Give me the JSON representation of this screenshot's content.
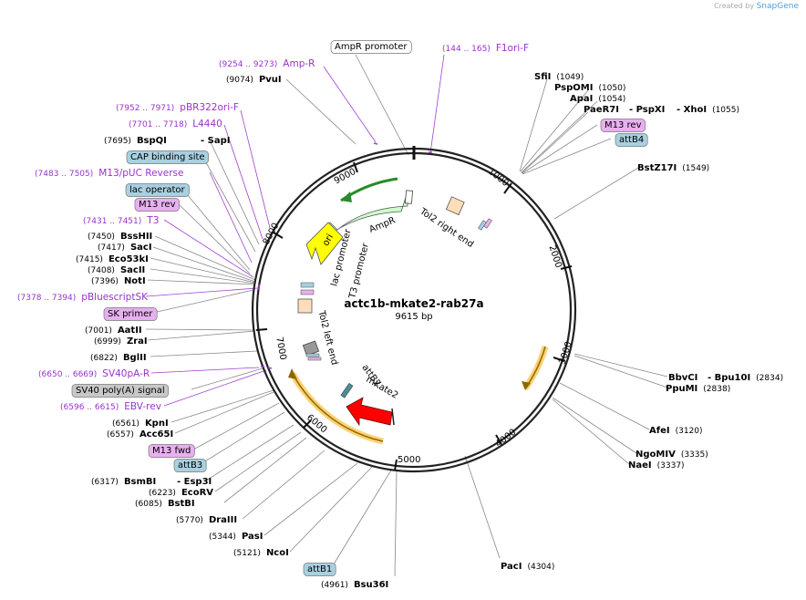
{
  "credit": {
    "prefix": "Created by",
    "brand": "SnapGene"
  },
  "plasmid": {
    "name": "actc1b-mkate2-rab27a",
    "length_label": "9615 bp",
    "length": 9615
  },
  "colors": {
    "primer": "#9933cc",
    "enzyme": "#000000",
    "backbone": "#222222",
    "ampr": "#ccffcc",
    "ori": "#ffff00",
    "mkate2": "#ff0000",
    "sv40": "#ffcc66",
    "tol2": "#ffddbb",
    "misc": "#6699cc"
  },
  "ticks": [
    "1000",
    "2000",
    "3000",
    "4000",
    "5000",
    "6000",
    "7000",
    "8000",
    "9000"
  ],
  "features": [
    {
      "label": "AmpR",
      "type": "cds",
      "color": "#ccffcc"
    },
    {
      "label": "AmpR promoter",
      "type": "promoter"
    },
    {
      "label": "ori",
      "type": "rep_origin",
      "color": "#ffff00"
    },
    {
      "label": "lac promoter",
      "type": "promoter"
    },
    {
      "label": "T3 promoter",
      "type": "promoter"
    },
    {
      "label": "Tol2 right end",
      "type": "misc"
    },
    {
      "label": "Tol2 left end",
      "type": "misc"
    },
    {
      "label": "attB2",
      "type": "misc"
    },
    {
      "label": "mKate2",
      "type": "cds",
      "color": "#ff0000"
    }
  ],
  "labels": [
    {
      "id": "ampr-promoter",
      "name": "AmpR promoter",
      "pos": "",
      "kind": "boxed",
      "box": "#ffffff"
    },
    {
      "id": "f1ori-f",
      "name": "F1ori-F",
      "pos": "(144 .. 165)",
      "kind": "primer"
    },
    {
      "id": "amp-r",
      "name": "Amp-R",
      "pos": "(9254 .. 9273)",
      "kind": "primer"
    },
    {
      "id": "pvui",
      "name": "PvuI",
      "pos": "(9074)",
      "kind": "enzyme"
    },
    {
      "id": "sfii",
      "name": "SfiI",
      "pos": "(1049)",
      "kind": "enzyme"
    },
    {
      "id": "pspomi",
      "name": "PspOMI",
      "pos": "(1050)",
      "kind": "enzyme"
    },
    {
      "id": "apai",
      "name": "ApaI",
      "pos": "(1054)",
      "kind": "enzyme"
    },
    {
      "id": "paer7i",
      "name": "PaeR7I",
      "pos": "",
      "kind": "enzyme"
    },
    {
      "id": "pspxi",
      "name": "- PspXI",
      "pos": "",
      "kind": "enzyme"
    },
    {
      "id": "xhoi",
      "name": "- XhoI",
      "pos": "(1055)",
      "kind": "enzyme"
    },
    {
      "id": "m13rev-right",
      "name": "M13 rev",
      "pos": "",
      "kind": "boxed",
      "box": "#e8b0f0"
    },
    {
      "id": "attb4",
      "name": "attB4",
      "pos": "",
      "kind": "boxed",
      "box": "#a8d0e0"
    },
    {
      "id": "pbr322ori-f",
      "name": "pBR322ori-F",
      "pos": "(7952 .. 7971)",
      "kind": "primer"
    },
    {
      "id": "l4440",
      "name": "L4440",
      "pos": "(7701 .. 7718)",
      "kind": "primer"
    },
    {
      "id": "bspqi",
      "name": "BspQI",
      "pos": "(7695)",
      "kind": "enzyme"
    },
    {
      "id": "sapi",
      "name": "- SapI",
      "pos": "",
      "kind": "enzyme"
    },
    {
      "id": "cap",
      "name": "CAP binding site",
      "pos": "",
      "kind": "boxed",
      "box": "#a8d0e0"
    },
    {
      "id": "bstz17i",
      "name": "BstZ17I",
      "pos": "(1549)",
      "kind": "enzyme"
    },
    {
      "id": "m13puc",
      "name": "M13/pUC Reverse",
      "pos": "(7483 .. 7505)",
      "kind": "primer"
    },
    {
      "id": "lacop",
      "name": "lac operator",
      "pos": "",
      "kind": "boxed",
      "box": "#a8d0e0"
    },
    {
      "id": "m13rev-left",
      "name": "M13 rev",
      "pos": "",
      "kind": "boxed",
      "box": "#e8b0f0"
    },
    {
      "id": "t3",
      "name": "T3",
      "pos": "(7431 .. 7451)",
      "kind": "primer"
    },
    {
      "id": "bsshii",
      "name": "BssHII",
      "pos": "(7450)",
      "kind": "enzyme"
    },
    {
      "id": "saci",
      "name": "SacI",
      "pos": "(7417)",
      "kind": "enzyme"
    },
    {
      "id": "eco53ki",
      "name": "Eco53kI",
      "pos": "(7415)",
      "kind": "enzyme"
    },
    {
      "id": "sacii",
      "name": "SacII",
      "pos": "(7408)",
      "kind": "enzyme"
    },
    {
      "id": "noti",
      "name": "NotI",
      "pos": "(7396)",
      "kind": "enzyme"
    },
    {
      "id": "pbluescriptsk",
      "name": "pBluescriptSK",
      "pos": "(7378 .. 7394)",
      "kind": "primer"
    },
    {
      "id": "skprimer",
      "name": "SK primer",
      "pos": "",
      "kind": "boxed",
      "box": "#e8b0f0"
    },
    {
      "id": "aatii",
      "name": "AatII",
      "pos": "(7001)",
      "kind": "enzyme"
    },
    {
      "id": "zrai",
      "name": "ZraI",
      "pos": "(6999)",
      "kind": "enzyme"
    },
    {
      "id": "bglii",
      "name": "BglII",
      "pos": "(6822)",
      "kind": "enzyme"
    },
    {
      "id": "sv40pa-r",
      "name": "SV40pA-R",
      "pos": "(6650 .. 6669)",
      "kind": "primer"
    },
    {
      "id": "sv40polya",
      "name": "SV40 poly(A) signal",
      "pos": "",
      "kind": "boxed",
      "box": "#c8c8c8"
    },
    {
      "id": "ebv-rev",
      "name": "EBV-rev",
      "pos": "(6596 .. 6615)",
      "kind": "primer"
    },
    {
      "id": "bbvci",
      "name": "BbvCI",
      "pos": "",
      "kind": "enzyme"
    },
    {
      "id": "bpu10i",
      "name": "- Bpu10I",
      "pos": "(2834)",
      "kind": "enzyme"
    },
    {
      "id": "ppumi",
      "name": "PpuMI",
      "pos": "(2838)",
      "kind": "enzyme"
    },
    {
      "id": "kpni",
      "name": "KpnI",
      "pos": "(6561)",
      "kind": "enzyme"
    },
    {
      "id": "acc65i",
      "name": "Acc65I",
      "pos": "(6557)",
      "kind": "enzyme"
    },
    {
      "id": "afei",
      "name": "AfeI",
      "pos": "(3120)",
      "kind": "enzyme"
    },
    {
      "id": "m13fwd",
      "name": "M13 fwd",
      "pos": "",
      "kind": "boxed",
      "box": "#e8b0f0"
    },
    {
      "id": "ngomiv",
      "name": "NgoMIV",
      "pos": "(3335)",
      "kind": "enzyme"
    },
    {
      "id": "naei",
      "name": "NaeI",
      "pos": "(3337)",
      "kind": "enzyme"
    },
    {
      "id": "attb3",
      "name": "attB3",
      "pos": "",
      "kind": "boxed",
      "box": "#a8d0e0"
    },
    {
      "id": "bsmbi",
      "name": "BsmBI",
      "pos": "(6317)",
      "kind": "enzyme"
    },
    {
      "id": "esp3i",
      "name": "- Esp3I",
      "pos": "",
      "kind": "enzyme"
    },
    {
      "id": "ecorv",
      "name": "EcoRV",
      "pos": "(6223)",
      "kind": "enzyme"
    },
    {
      "id": "bstbi",
      "name": "BstBI",
      "pos": "(6085)",
      "kind": "enzyme"
    },
    {
      "id": "draiii",
      "name": "DraIII",
      "pos": "(5770)",
      "kind": "enzyme"
    },
    {
      "id": "pasi",
      "name": "PasI",
      "pos": "(5344)",
      "kind": "enzyme"
    },
    {
      "id": "paci",
      "name": "PacI",
      "pos": "(4304)",
      "kind": "enzyme"
    },
    {
      "id": "ncoi",
      "name": "NcoI",
      "pos": "(5121)",
      "kind": "enzyme"
    },
    {
      "id": "attb1",
      "name": "attB1",
      "pos": "",
      "kind": "boxed",
      "box": "#a8d0e0"
    },
    {
      "id": "bsu36i",
      "name": "Bsu36I",
      "pos": "(4961)",
      "kind": "enzyme"
    }
  ]
}
